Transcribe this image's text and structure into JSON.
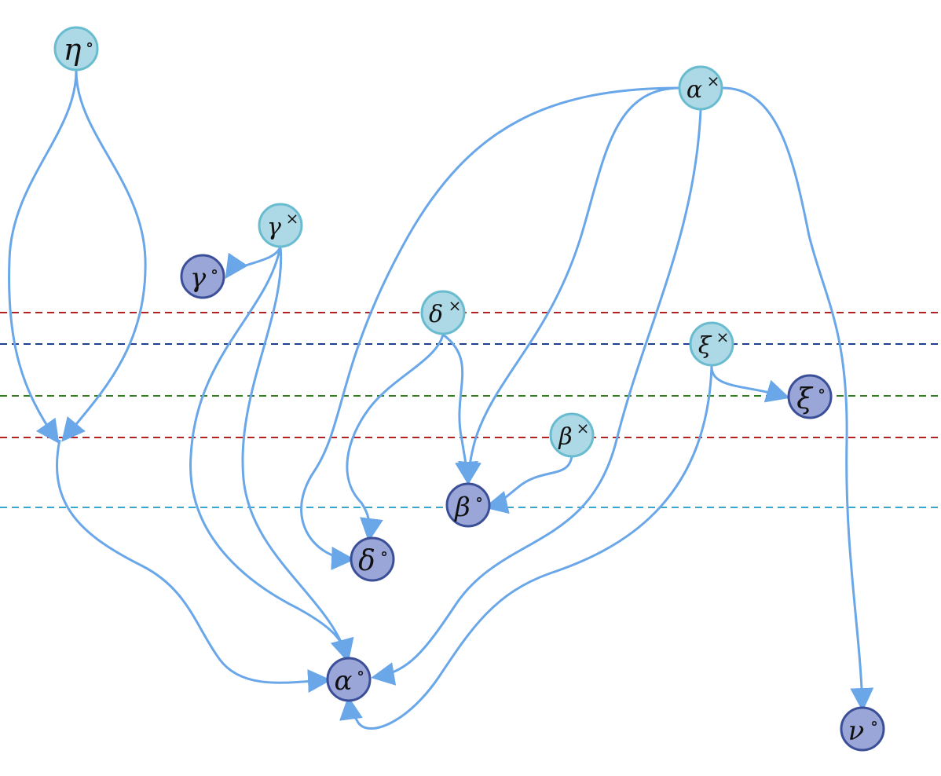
{
  "diagram": {
    "colors": {
      "edge": "#6aa7e8",
      "source_fill": "#add8e6",
      "source_stroke": "#69bcd0",
      "target_fill": "#9aa6d8",
      "target_stroke": "#3b4f98",
      "text": "#111111"
    },
    "guide_lines": [
      {
        "name": "dashed-line-red-1",
        "color": "#b22222"
      },
      {
        "name": "dashed-line-navy",
        "color": "#1f3f8f"
      },
      {
        "name": "dashed-line-green",
        "color": "#2e7d1f"
      },
      {
        "name": "dashed-line-red-2",
        "color": "#b22222"
      },
      {
        "name": "dashed-line-cyan",
        "color": "#3aa6c9"
      }
    ],
    "nodes": {
      "eta_circ": {
        "base": "η",
        "sup": "∘",
        "kind": "target-style-source"
      },
      "alpha_times": {
        "base": "α",
        "sup": "×",
        "kind": "source"
      },
      "gamma_times": {
        "base": "γ",
        "sup": "×",
        "kind": "source"
      },
      "gamma_circ": {
        "base": "γ",
        "sup": "∘",
        "kind": "target"
      },
      "delta_times": {
        "base": "δ",
        "sup": "×",
        "kind": "source"
      },
      "xi_times": {
        "base": "ξ",
        "sup": "×",
        "kind": "source"
      },
      "xi_circ": {
        "base": "ξ",
        "sup": "∘",
        "kind": "target"
      },
      "beta_times": {
        "base": "β",
        "sup": "×",
        "kind": "source"
      },
      "beta_circ": {
        "base": "β",
        "sup": "∘",
        "kind": "target"
      },
      "delta_circ": {
        "base": "δ",
        "sup": "∘",
        "kind": "target"
      },
      "alpha_circ": {
        "base": "α",
        "sup": "∘",
        "kind": "target"
      },
      "nu_circ": {
        "base": "ν",
        "sup": "∘",
        "kind": "target"
      }
    }
  }
}
